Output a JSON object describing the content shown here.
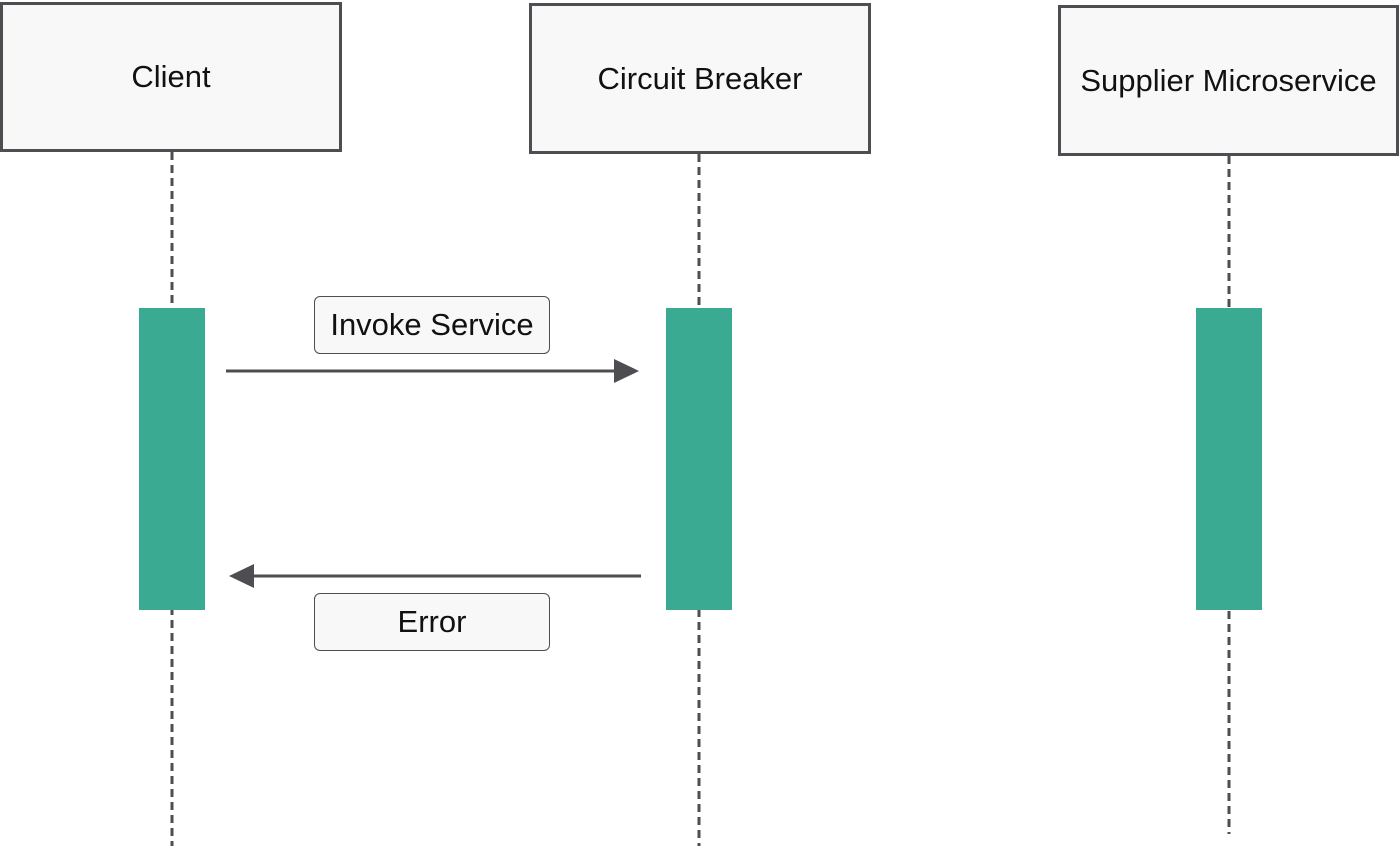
{
  "participants": {
    "client": "Client",
    "circuit_breaker": "Circuit Breaker",
    "supplier": "Supplier Microservice"
  },
  "messages": {
    "invoke": {
      "label": "Invoke Service",
      "from": "Client",
      "to": "Circuit Breaker"
    },
    "error": {
      "label": "Error",
      "from": "Circuit Breaker",
      "to": "Client"
    }
  },
  "colors": {
    "activation": "#3aaa92",
    "border": "#4d4d52",
    "box_fill": "#f8f8f8",
    "lifeline": "#4d4d52",
    "arrow": "#4d4d52"
  }
}
